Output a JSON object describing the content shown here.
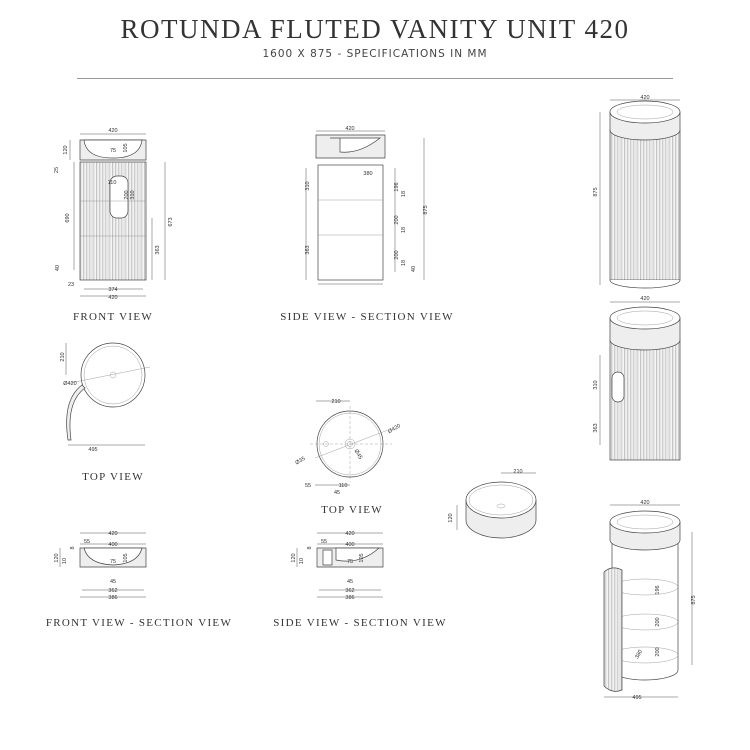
{
  "header": {
    "title": "ROTUNDA FLUTED VANITY UNIT 420",
    "subtitle": "1600 X 875 - SPECIFICATIONS IN MM"
  },
  "front_view": {
    "label": "FRONT VIEW",
    "dims": [
      "420",
      "120",
      "75",
      "105",
      "25",
      "110",
      "200",
      "310",
      "690",
      "673",
      "363",
      "40",
      "23",
      "374",
      "420"
    ]
  },
  "side_view": {
    "label": "SIDE VIEW - SECTION VIEW",
    "dims": [
      "420",
      "380",
      "310",
      "196",
      "18",
      "200",
      "18",
      "363",
      "200",
      "18",
      "40",
      "875"
    ]
  },
  "top_view_unit": {
    "label": "TOP VIEW",
    "dims": [
      "210",
      "Ø420",
      "495"
    ]
  },
  "top_view_basin": {
    "label": "TOP VIEW",
    "dims": [
      "210",
      "Ø420",
      "Ø35",
      "Ø45",
      "55",
      "110",
      "45"
    ]
  },
  "basin_iso": {
    "dims": [
      "210",
      "120"
    ]
  },
  "front_section": {
    "label": "FRONT VIEW - SECTION VIEW",
    "dims": [
      "420",
      "55",
      "400",
      "8",
      "120",
      "10",
      "75",
      "105",
      "45",
      "362",
      "386"
    ]
  },
  "side_section": {
    "label": "SIDE VIEW - SECTION VIEW",
    "dims": [
      "420",
      "55",
      "400",
      "8",
      "120",
      "10",
      "75",
      "105",
      "45",
      "362",
      "386"
    ]
  },
  "iso_closed": {
    "dims": [
      "420",
      "875"
    ]
  },
  "iso_cutaway": {
    "dims": [
      "420",
      "310",
      "363"
    ]
  },
  "iso_open": {
    "dims": [
      "420",
      "875",
      "196",
      "200",
      "200",
      "380",
      "495"
    ]
  }
}
